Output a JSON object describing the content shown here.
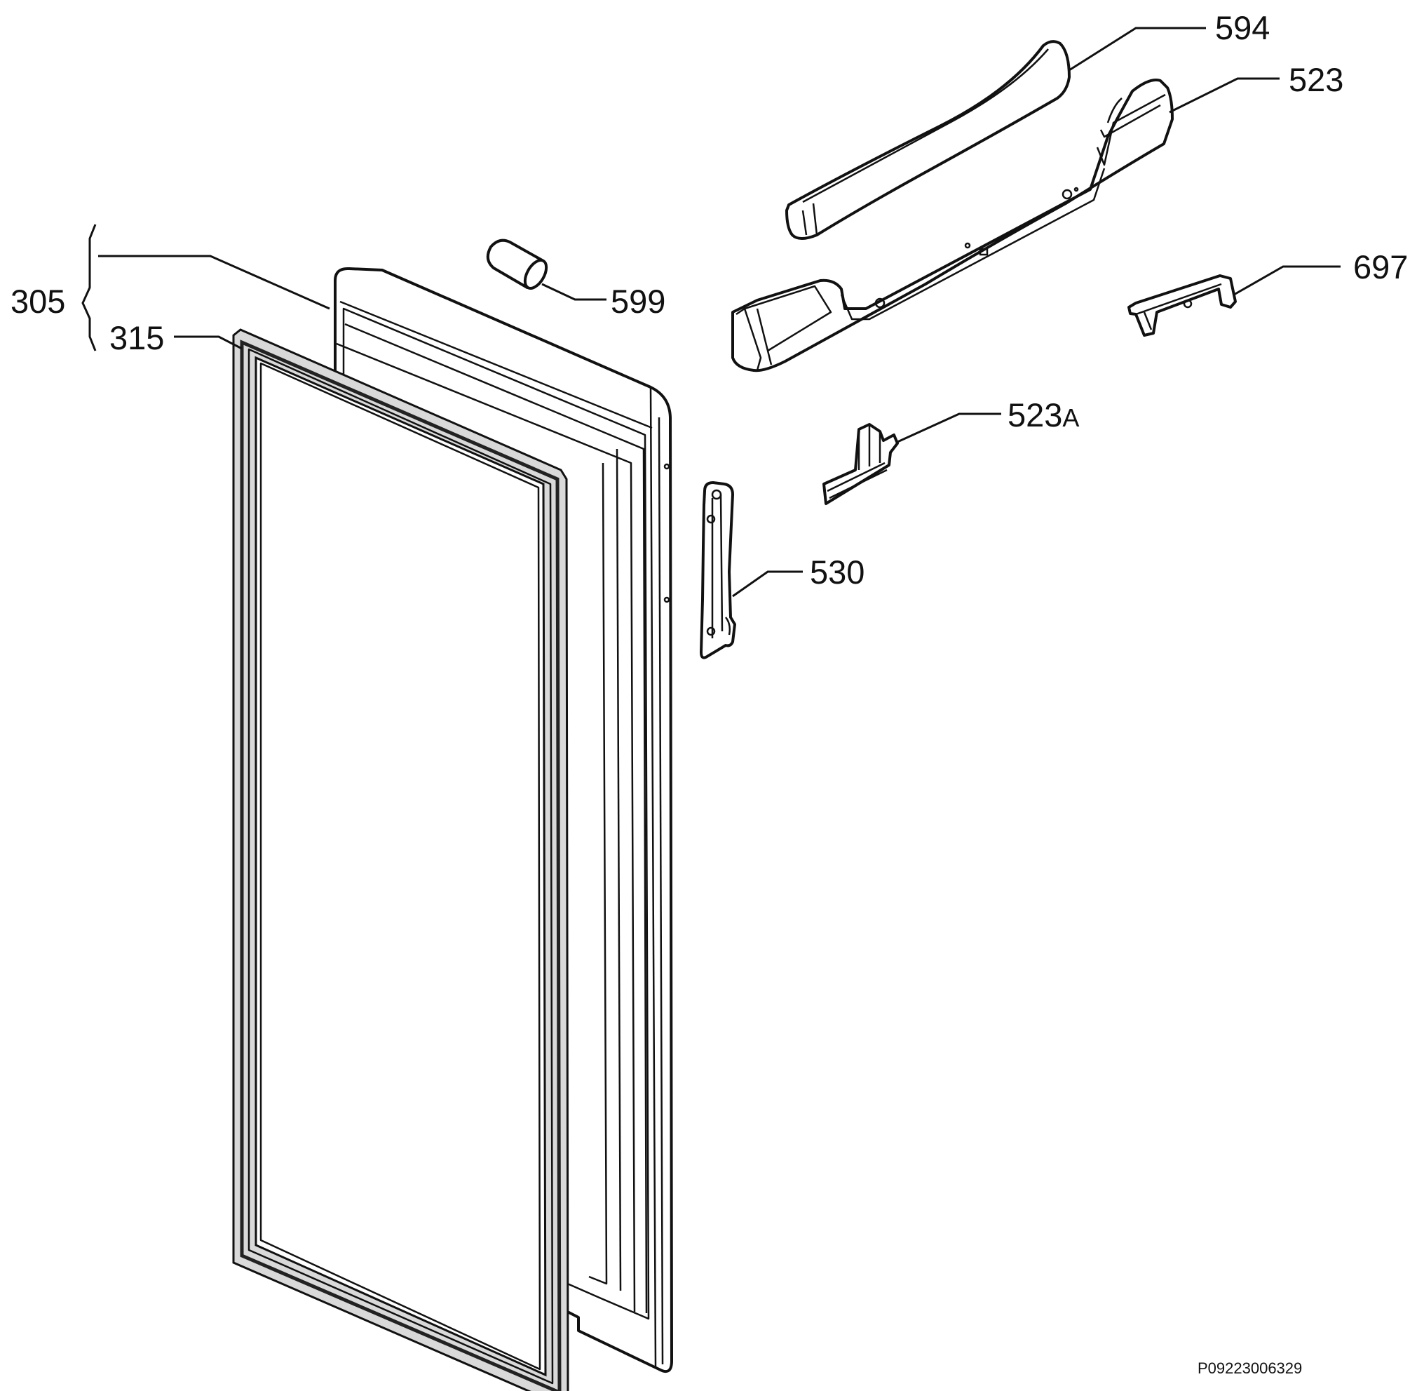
{
  "diagram": {
    "callouts": {
      "c305": "305",
      "c315": "315",
      "c599": "599",
      "c594": "594",
      "c523": "523",
      "c697": "697",
      "c523a_num": "523",
      "c523a_suffix": "A",
      "c530": "530"
    },
    "drawing_number": "P09223006329"
  }
}
